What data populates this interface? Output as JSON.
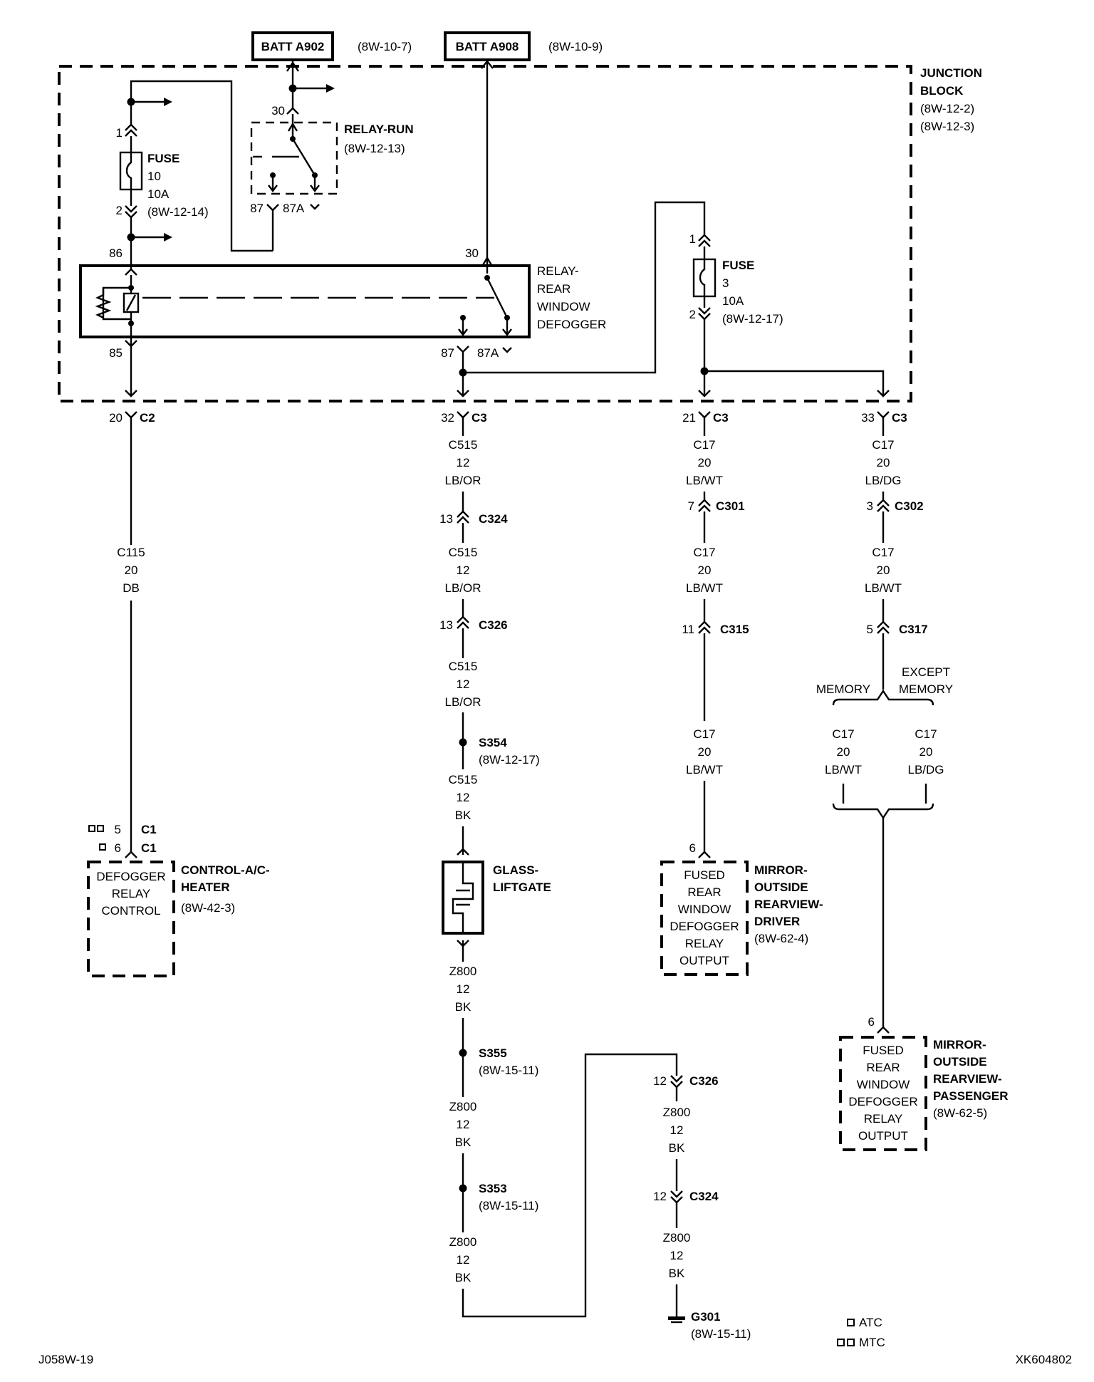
{
  "sources": {
    "batt_a902": {
      "label": "BATT A902",
      "ref": "(8W-10-7)"
    },
    "batt_a908": {
      "label": "BATT A908",
      "ref": "(8W-10-9)"
    }
  },
  "junction_block": {
    "title1": "JUNCTION",
    "title2": "BLOCK",
    "ref1": "(8W-12-2)",
    "ref2": "(8W-12-3)"
  },
  "relay_run": {
    "title": "RELAY-RUN",
    "ref": "(8W-12-13)",
    "pin30": "30",
    "pin87": "87",
    "pin87a": "87A"
  },
  "fuse10": {
    "title": "FUSE",
    "number": "10",
    "rating": "10A",
    "ref": "(8W-12-14)",
    "pin1": "1",
    "pin2": "2"
  },
  "fuse3": {
    "title": "FUSE",
    "number": "3",
    "rating": "10A",
    "ref": "(8W-12-17)",
    "pin1": "1",
    "pin2": "2"
  },
  "relay_defog": {
    "line1": "RELAY-",
    "line2": "REAR",
    "line3": "WINDOW",
    "line4": "DEFOGGER",
    "pin86": "86",
    "pin85": "85",
    "pin30": "30",
    "pin87": "87",
    "pin87a": "87A"
  },
  "col1": {
    "c2_pin": "20",
    "c2": "C2",
    "wire": [
      "C115",
      "20",
      "DB"
    ],
    "c1_pin5": "5",
    "c1_pin6": "6",
    "c1": "C1"
  },
  "col2": {
    "c3_pin": "32",
    "c3": "C3",
    "wire1": [
      "C515",
      "12",
      "LB/OR"
    ],
    "c324_pin": "13",
    "c324": "C324",
    "wire2": [
      "C515",
      "12",
      "LB/OR"
    ],
    "c326_pin": "13",
    "c326": "C326",
    "wire3": [
      "C515",
      "12",
      "LB/OR"
    ],
    "s354": "S354",
    "s354_ref": "(8W-12-17)",
    "wire4": [
      "C515",
      "12",
      "BK"
    ],
    "z1": [
      "Z800",
      "12",
      "BK"
    ],
    "s355": "S355",
    "s355_ref": "(8W-15-11)",
    "z2": [
      "Z800",
      "12",
      "BK"
    ],
    "s353": "S353",
    "s353_ref": "(8W-15-11)",
    "z3": [
      "Z800",
      "12",
      "BK"
    ]
  },
  "col3": {
    "c3_pin": "21",
    "c3": "C3",
    "wire1": [
      "C17",
      "20",
      "LB/WT"
    ],
    "c301_pin": "7",
    "c301": "C301",
    "wire2": [
      "C17",
      "20",
      "LB/WT"
    ],
    "c315_pin": "11",
    "c315": "C315",
    "wire3": [
      "C17",
      "20",
      "LB/WT"
    ],
    "pin6": "6",
    "c326_pin": "12",
    "c326": "C326",
    "z1": [
      "Z800",
      "12",
      "BK"
    ],
    "c324_pin": "12",
    "c324": "C324",
    "z2": [
      "Z800",
      "12",
      "BK"
    ],
    "g301": "G301",
    "g301_ref": "(8W-15-11)"
  },
  "col4": {
    "c3_pin": "33",
    "c3": "C3",
    "wire1": [
      "C17",
      "20",
      "LB/DG"
    ],
    "c302_pin": "3",
    "c302": "C302",
    "wire2": [
      "C17",
      "20",
      "LB/WT"
    ],
    "c317_pin": "5",
    "c317": "C317",
    "memory": "MEMORY",
    "except1": "EXCEPT",
    "except2": "MEMORY",
    "wire_mem": [
      "C17",
      "20",
      "LB/WT"
    ],
    "wire_exc": [
      "C17",
      "20",
      "LB/DG"
    ],
    "pin6": "6"
  },
  "control_ac": {
    "inner": [
      "DEFOGGER",
      "RELAY",
      "CONTROL"
    ],
    "title1": "CONTROL-A/C-",
    "title2": "HEATER",
    "ref": "(8W-42-3)"
  },
  "glass": {
    "title1": "GLASS-",
    "title2": "LIFTGATE"
  },
  "mirror_driver": {
    "inner": [
      "FUSED",
      "REAR",
      "WINDOW",
      "DEFOGGER",
      "RELAY",
      "OUTPUT"
    ],
    "title1": "MIRROR-",
    "title2": "OUTSIDE",
    "title3": "REARVIEW-",
    "title4": "DRIVER",
    "ref": "(8W-62-4)"
  },
  "mirror_pass": {
    "inner": [
      "FUSED",
      "REAR",
      "WINDOW",
      "DEFOGGER",
      "RELAY",
      "OUTPUT"
    ],
    "title1": "MIRROR-",
    "title2": "OUTSIDE",
    "title3": "REARVIEW-",
    "title4": "PASSENGER",
    "ref": "(8W-62-5)"
  },
  "legend": {
    "atc": "ATC",
    "mtc": "MTC"
  },
  "footer": {
    "left": "J058W-19",
    "right": "XK604802"
  }
}
